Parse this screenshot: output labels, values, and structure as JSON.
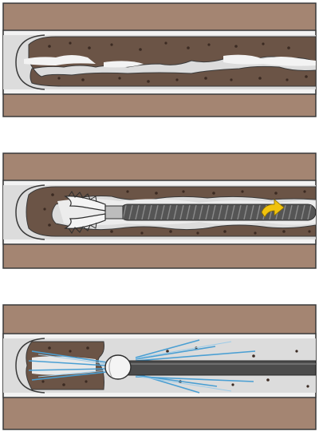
{
  "panels": [
    {
      "stage": "clogged-pipe"
    },
    {
      "stage": "cable-auger-cutting"
    },
    {
      "stage": "water-jetting"
    }
  ],
  "colors": {
    "soil": "#a48572",
    "pipe_wall": "#f3f3f3",
    "pipe_interior": "#d9dada",
    "blockage": "#6b5446",
    "debris": "#3b2a22",
    "outline": "#3a3a3a",
    "cable": "#555555",
    "arrow": "#f0c20e",
    "jet_spray": "#4a9fd3",
    "hose": "#4c4c4c"
  }
}
